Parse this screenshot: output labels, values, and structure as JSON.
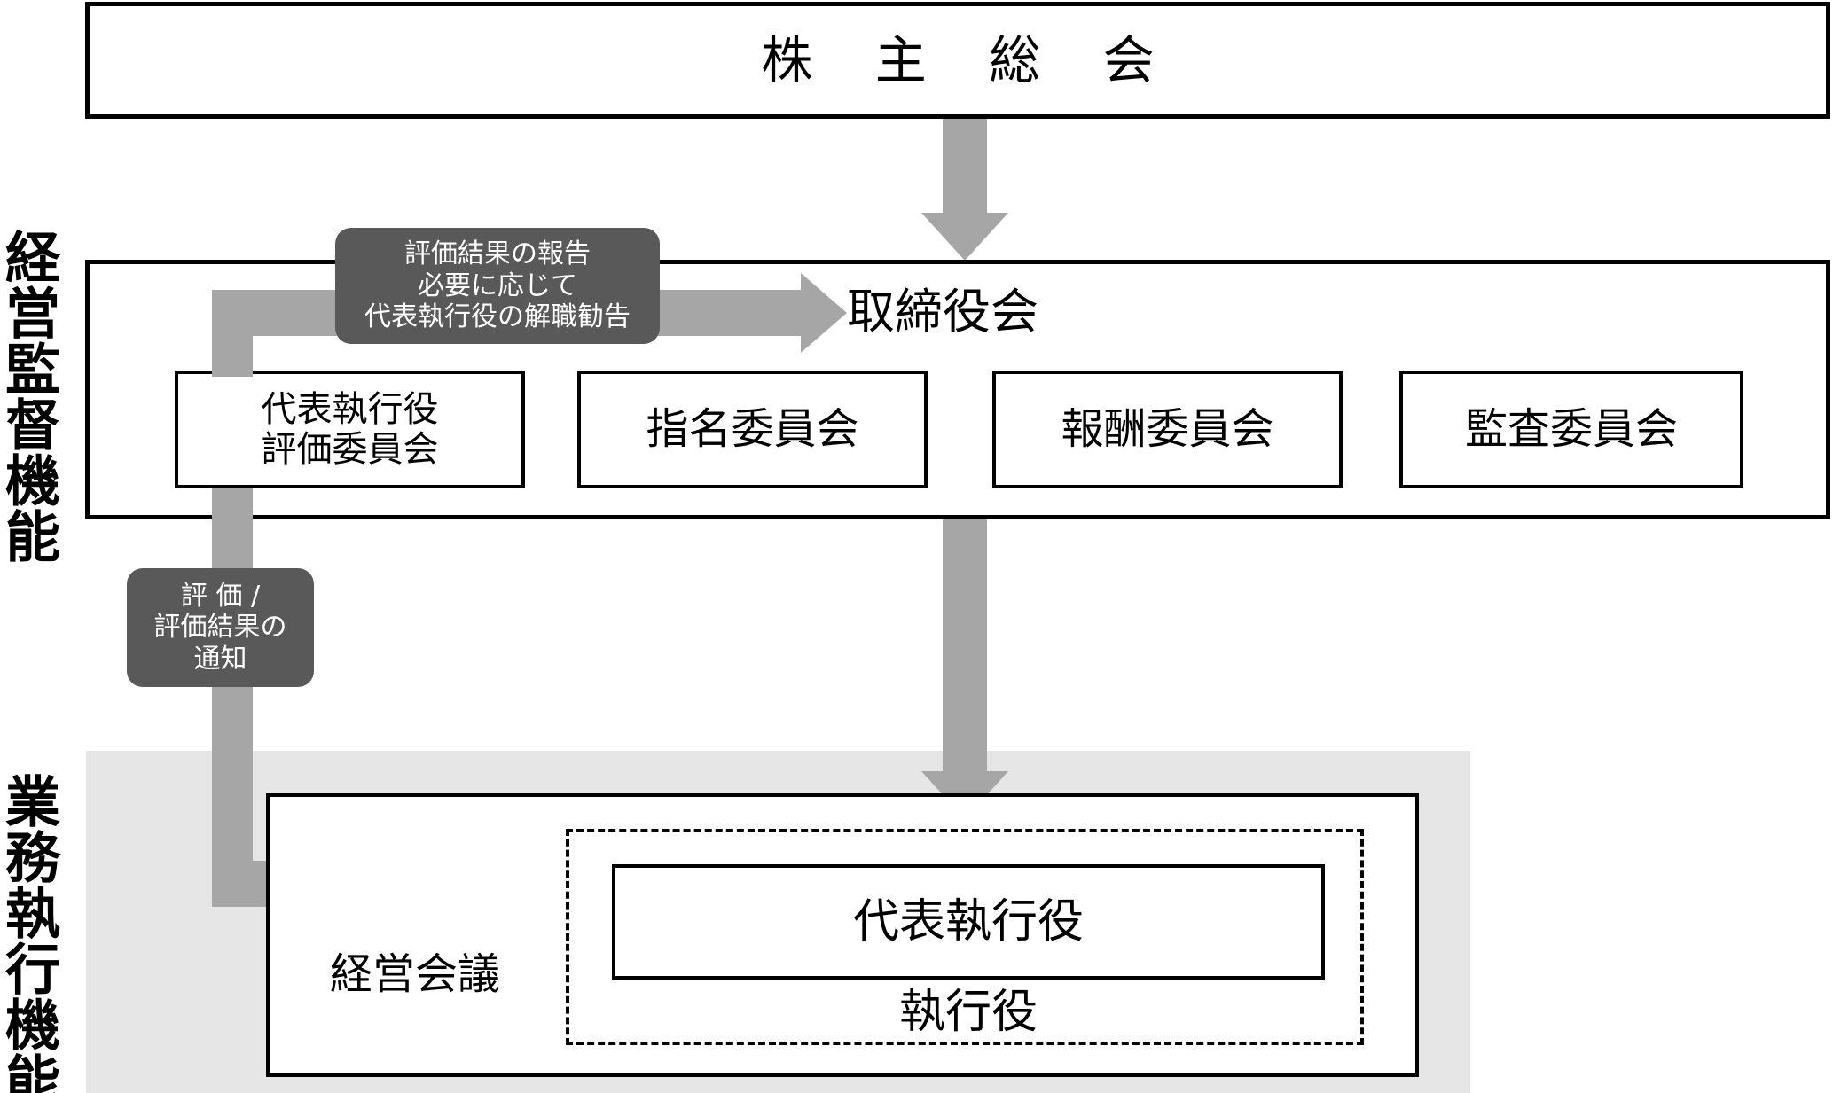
{
  "diagram": {
    "title_text": "株 主 総 会",
    "side_labels": {
      "oversight": "経営監督機能",
      "execution": "業務執行機能"
    },
    "shareholders_meeting": {
      "label": "株 主 総 会"
    },
    "board_of_directors": {
      "label": "取締役会"
    },
    "committees": [
      {
        "id": "ceo-evaluation",
        "line1": "代表執行役",
        "line2": "評価委員会"
      },
      {
        "id": "nomination",
        "label": "指名委員会"
      },
      {
        "id": "compensation",
        "label": "報酬委員会"
      },
      {
        "id": "audit",
        "label": "監査委員会"
      }
    ],
    "management_meeting": {
      "label": "経営会議"
    },
    "representative_executive_officer": {
      "label": "代表執行役"
    },
    "executive_officer": {
      "label": "執行役"
    },
    "callouts": [
      {
        "id": "report-to-board",
        "lines": [
          "評価結果の報告",
          "必要に応じて",
          "代表執行役の解職勧告"
        ]
      },
      {
        "id": "evaluation-notice",
        "lines": [
          "評 価 /",
          "評価結果の",
          "通知"
        ]
      }
    ],
    "connectors": [
      {
        "id": "shareholders-to-board",
        "kind": "arrow-down"
      },
      {
        "id": "board-to-executives",
        "kind": "arrow-down"
      },
      {
        "id": "ceo-eval-to-board",
        "kind": "arrow-elbow-up-right"
      },
      {
        "id": "ceo-eval-to-ceo",
        "kind": "arrow-elbow-down-right"
      }
    ],
    "colors": {
      "arrow_gray": "#a6a6a6",
      "callout_gray": "#595959",
      "band_gray": "#e6e6e6",
      "outline_black": "#000000",
      "page_white": "#ffffff"
    }
  }
}
